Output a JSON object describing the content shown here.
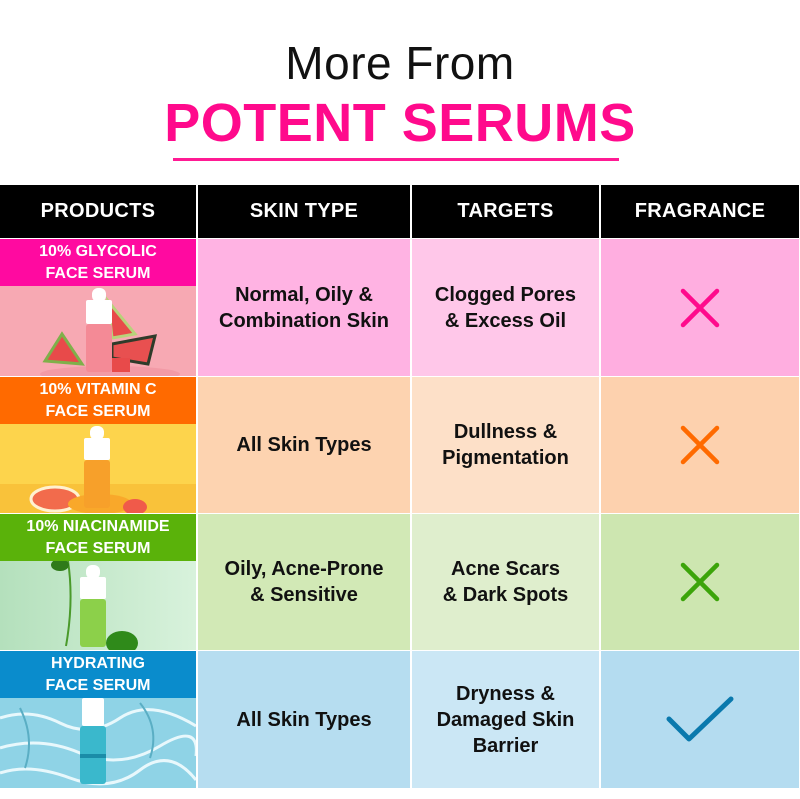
{
  "title": {
    "line1": "More From",
    "line2": "POTENT SERUMS",
    "accent_color": "#ff0a8c"
  },
  "table": {
    "headers": [
      "PRODUCTS",
      "SKIN TYPE",
      "TARGETS",
      "FRAGRANCE"
    ],
    "rows": [
      {
        "product_label": "10% GLYCOLIC\nFACE SERUM",
        "product_image": "glycolic-serum-bottle-with-watermelon",
        "skin_type": "Normal, Oily &\nCombination Skin",
        "targets": "Clogged Pores\n& Excess Oil",
        "fragrance": "cross-icon",
        "colors": {
          "label": "#ff0aa0",
          "skin": "#ffb3e3",
          "targets": "#ffc7e9",
          "fragrance": "#ffaee0",
          "icon": "#ff0a8c",
          "image_bg": "#f7a8b2"
        }
      },
      {
        "product_label": "10% VITAMIN C\nFACE SERUM",
        "product_image": "vitamin-c-serum-bottle-with-grapefruit",
        "skin_type": "All Skin Types",
        "targets": "Dullness &\nPigmentation",
        "fragrance": "cross-icon",
        "colors": {
          "label": "#ff6a00",
          "skin": "#fdd3b0",
          "targets": "#fde0c8",
          "fragrance": "#fdd1ae",
          "icon": "#ff6a00",
          "image_bg": "#fdd24a"
        }
      },
      {
        "product_label": "10% NIACINAMIDE\nFACE SERUM",
        "product_image": "niacinamide-serum-bottle-with-leaves",
        "skin_type": "Oily, Acne-Prone\n& Sensitive",
        "targets": "Acne Scars\n& Dark Spots",
        "fragrance": "cross-icon",
        "colors": {
          "label": "#5ab20a",
          "skin": "#d2e9b6",
          "targets": "#dfeecd",
          "fragrance": "#cde6b0",
          "icon": "#3ca40a",
          "image_bg": "#bfe6c6"
        }
      },
      {
        "product_label": "HYDRATING\nFACE SERUM",
        "product_image": "hydrating-serum-bottle-in-water",
        "skin_type": "All Skin Types",
        "targets": "Dryness &\nDamaged Skin\nBarrier",
        "fragrance": "check-icon",
        "colors": {
          "label": "#0a8ccc",
          "skin": "#b6ddf0",
          "targets": "#cbe7f5",
          "fragrance": "#b4dcf0",
          "icon": "#0a79ad",
          "image_bg": "#8fd3e6"
        }
      }
    ]
  }
}
